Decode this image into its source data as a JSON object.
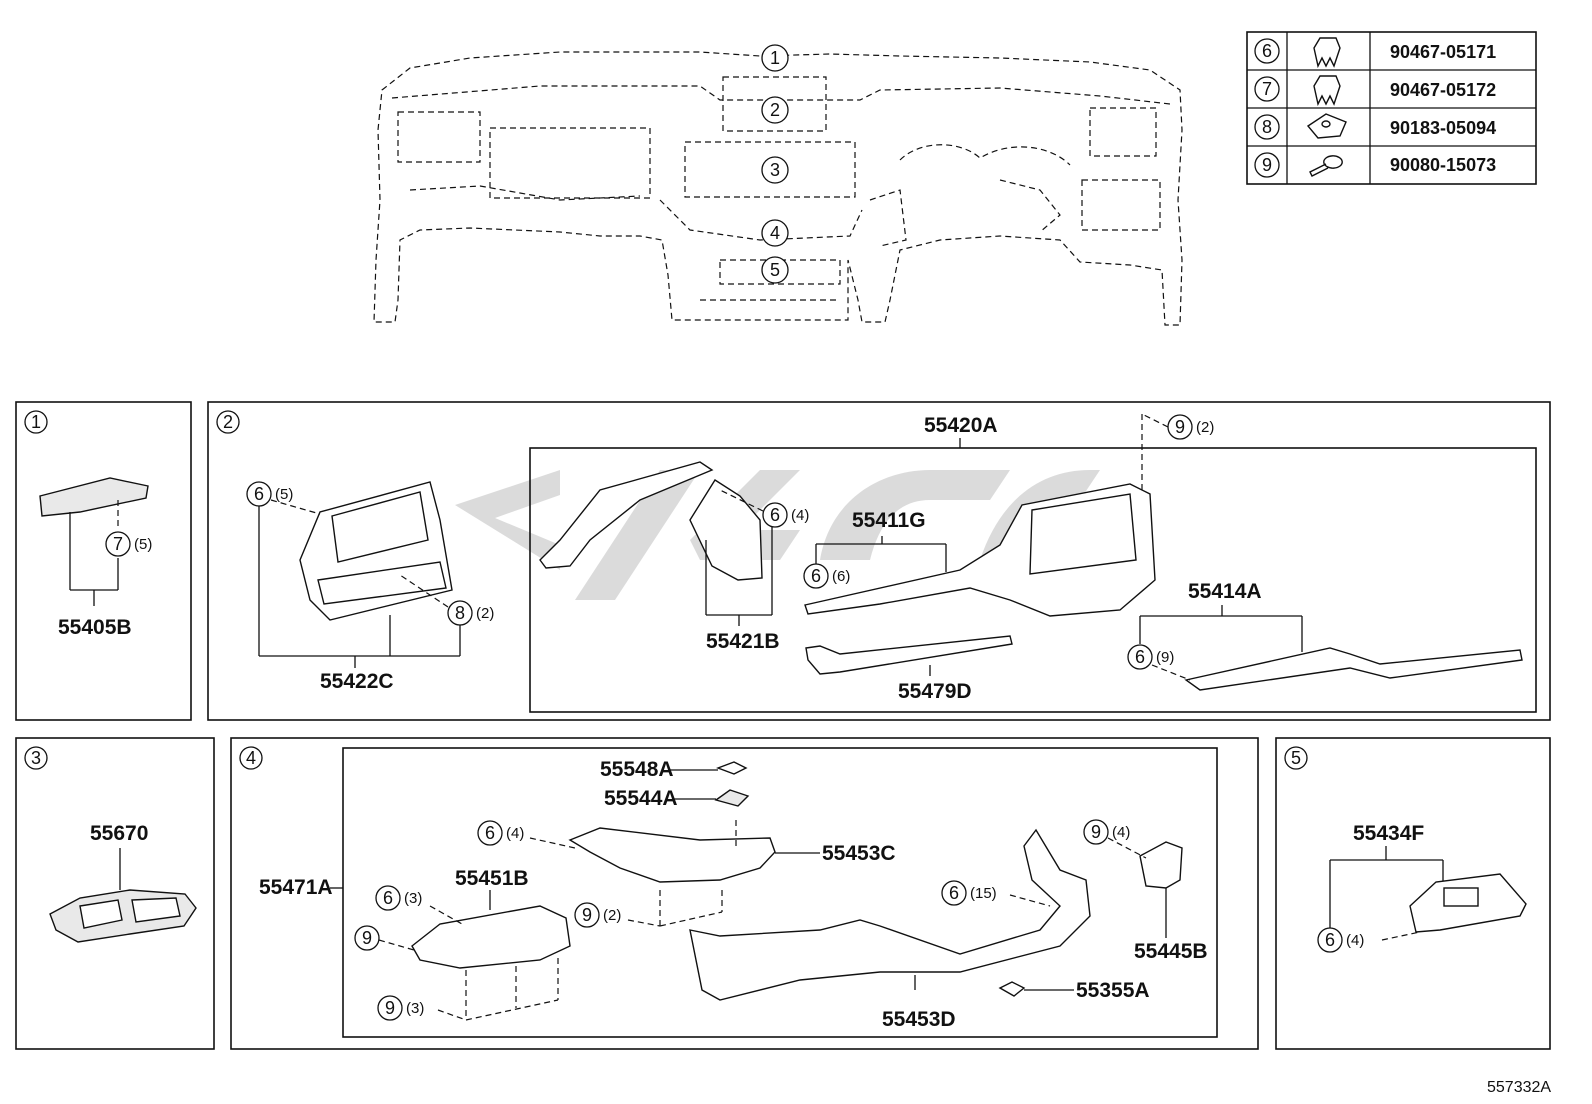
{
  "diagram_code": "557332A",
  "fastener_table": [
    {
      "ref": "6",
      "icon": "clip-icon",
      "part_no": "90467-05171"
    },
    {
      "ref": "7",
      "icon": "clip-icon",
      "part_no": "90467-05172"
    },
    {
      "ref": "8",
      "icon": "nut-clip-icon",
      "part_no": "90183-05094"
    },
    {
      "ref": "9",
      "icon": "screw-icon",
      "part_no": "90080-15073"
    }
  ],
  "overview_refs": [
    "1",
    "2",
    "3",
    "4",
    "5"
  ],
  "panels": {
    "p1": {
      "ref": "1",
      "parts": {
        "a": "55405B"
      },
      "callouts": {
        "c7": {
          "ref": "7",
          "qty": "(5)"
        }
      }
    },
    "p2": {
      "ref": "2",
      "parts": {
        "a": "55422C",
        "b": "55420A",
        "c": "55421B",
        "d": "55411G",
        "e": "55414A",
        "f": "55479D"
      },
      "callouts": {
        "c6a": {
          "ref": "6",
          "qty": "(5)"
        },
        "c8": {
          "ref": "8",
          "qty": "(2)"
        },
        "c9": {
          "ref": "9",
          "qty": "(2)"
        },
        "c6b": {
          "ref": "6",
          "qty": "(4)"
        },
        "c6c": {
          "ref": "6",
          "qty": "(6)"
        },
        "c6d": {
          "ref": "6",
          "qty": "(9)"
        }
      }
    },
    "p3": {
      "ref": "3",
      "parts": {
        "a": "55670"
      }
    },
    "p4": {
      "ref": "4",
      "parts": {
        "a": "55471A",
        "b": "55548A",
        "c": "55544A",
        "d": "55453C",
        "e": "55451B",
        "f": "55453D",
        "g": "55445B",
        "h": "55355A"
      },
      "callouts": {
        "c6a": {
          "ref": "6",
          "qty": "(4)"
        },
        "c6b": {
          "ref": "6",
          "qty": "(3)"
        },
        "c9a": {
          "ref": "9",
          "qty": ""
        },
        "c9b": {
          "ref": "9",
          "qty": "(2)"
        },
        "c9c": {
          "ref": "9",
          "qty": "(3)"
        },
        "c6c": {
          "ref": "6",
          "qty": "(15)"
        },
        "c9d": {
          "ref": "9",
          "qty": "(4)"
        }
      }
    },
    "p5": {
      "ref": "5",
      "parts": {
        "a": "55434F"
      },
      "callouts": {
        "c6": {
          "ref": "6",
          "qty": "(4)"
        }
      }
    }
  }
}
